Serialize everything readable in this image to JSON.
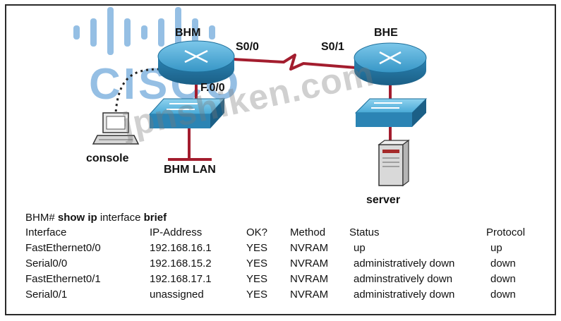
{
  "watermark_logo": "CISCO",
  "watermark_text": "jpnshiken.com",
  "devices": {
    "router_left": "BHM",
    "router_right": "BHE",
    "pc": "console",
    "lan": "BHM LAN",
    "server": "server"
  },
  "interfaces": {
    "s00": "S0/0",
    "s01": "S0/1",
    "fa00": "F.0/0"
  },
  "command": {
    "prompt": "BHM#",
    "part1": "show ip",
    "part2": "interface",
    "part3": "brief"
  },
  "table": {
    "headers": [
      "Interface",
      "IP-Address",
      "OK?",
      "Method",
      "Status",
      "Protocol"
    ],
    "rows": [
      [
        "FastEthernet0/0",
        "192.168.16.1",
        "YES",
        "NVRAM",
        "up",
        "up"
      ],
      [
        "Serial0/0",
        "192.168.15.2",
        "YES",
        "NVRAM",
        "administratively down",
        "down"
      ],
      [
        "FastEthernet0/1",
        "192.168.17.1",
        "YES",
        "NVRAM",
        "adminstratively down",
        "down"
      ],
      [
        "Serial0/1",
        "unassigned",
        "YES",
        "NVRAM",
        "administratively down",
        "down"
      ]
    ]
  },
  "colors": {
    "device": "#3b9fcf",
    "device_dark": "#1f6f9a",
    "link": "#a31d2e",
    "console_cable": "#222222"
  }
}
